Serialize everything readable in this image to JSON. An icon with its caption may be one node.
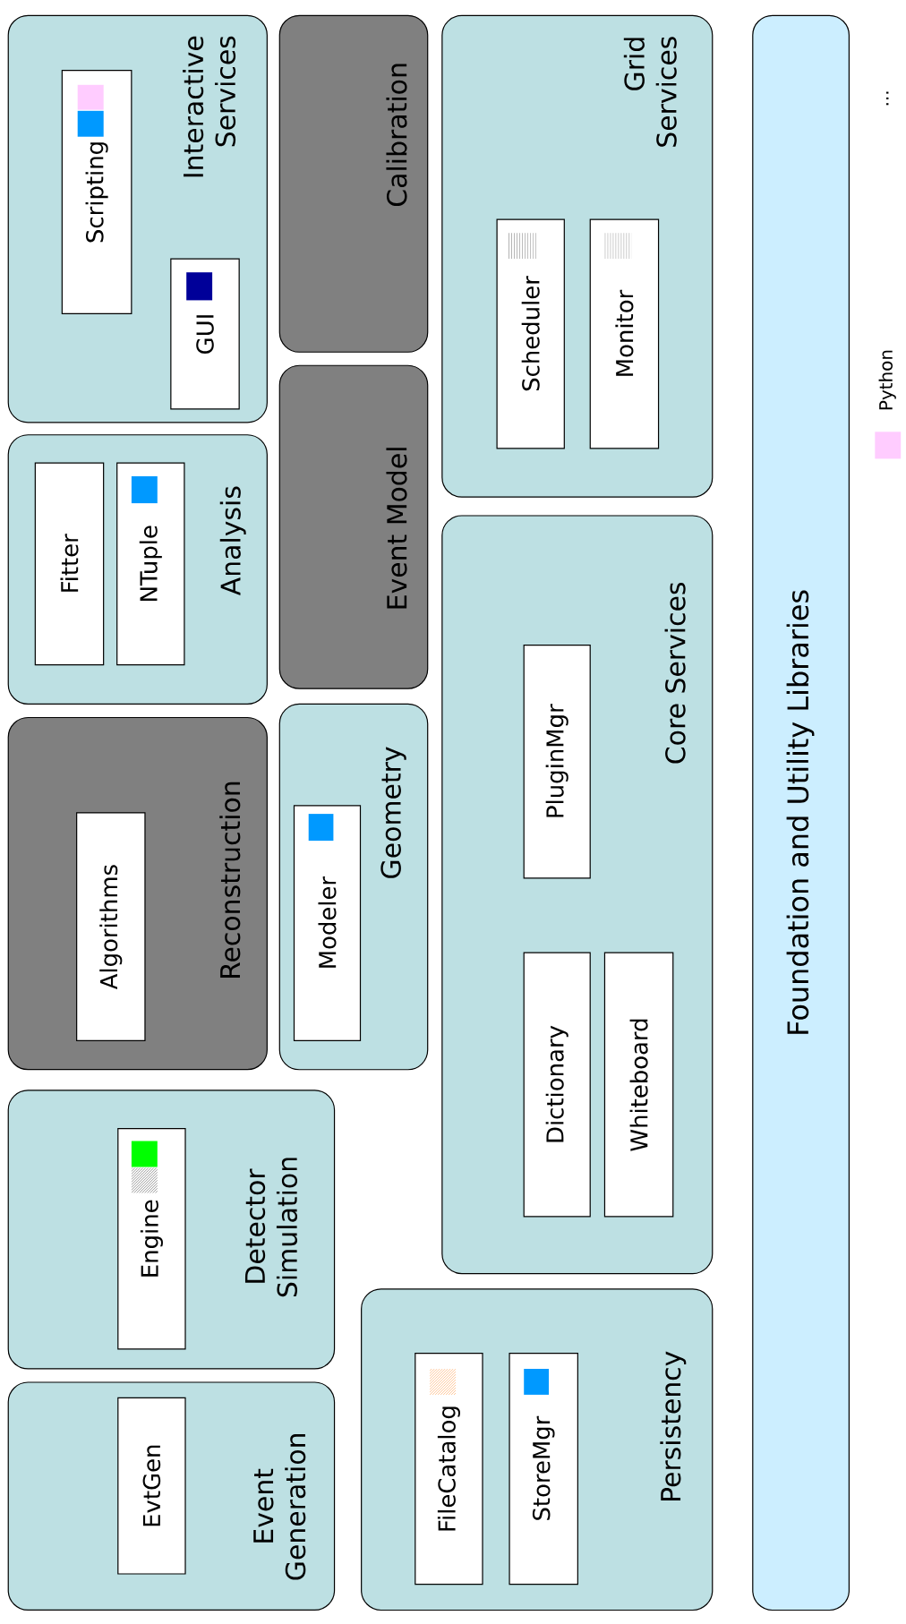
{
  "diagram": {
    "nodes": [
      {
        "text": [
          "Interactive Services"
        ]
      },
      {
        "text": [
          "Scripting"
        ],
        "in": 0
      },
      {
        "text": [
          "GUI"
        ],
        "in": 0
      },
      {
        "text": [
          "Calibration"
        ]
      },
      {
        "text": [
          "Grid Services"
        ]
      },
      {
        "text": [
          "Scheduler"
        ],
        "in": 4
      },
      {
        "text": [
          "Monitor"
        ],
        "in": 4
      },
      {
        "text": [
          "Analysis"
        ]
      },
      {
        "text": [
          "Fitter"
        ],
        "in": 7
      },
      {
        "text": [
          "NTuple"
        ],
        "in": 7
      },
      {
        "text": [
          "Event Model"
        ]
      },
      {
        "text": [
          "Core Services"
        ]
      },
      {
        "text": [
          "PluginMgr"
        ],
        "in": 11
      },
      {
        "text": [
          "Dictionary"
        ],
        "in": 11
      },
      {
        "text": [
          "Whiteboard"
        ],
        "in": 11
      },
      {
        "text": [
          "Reconstruction"
        ]
      },
      {
        "text": [
          "Algorithms"
        ],
        "in": 15
      },
      {
        "text": [
          "Geometry"
        ]
      },
      {
        "text": [
          "Modeler"
        ],
        "in": 17
      },
      {
        "text": [
          "Detector Simulation"
        ]
      },
      {
        "text": [
          "Engine"
        ],
        "in": 19
      },
      {
        "text": [
          "Event Generation"
        ]
      },
      {
        "text": [
          "EvtGen"
        ],
        "in": 21
      },
      {
        "text": [
          "Persistency"
        ]
      },
      {
        "text": [
          "FileCatalog"
        ],
        "in": 23
      },
      {
        "text": [
          "StoreMgr"
        ],
        "in": 23
      },
      {
        "text": [
          "Foundation and Utility Libraries"
        ]
      }
    ],
    "labels": [
      "..."
    ],
    "legend": [
      {
        "text": "Python",
        "color": "#ffccff"
      }
    ]
  }
}
